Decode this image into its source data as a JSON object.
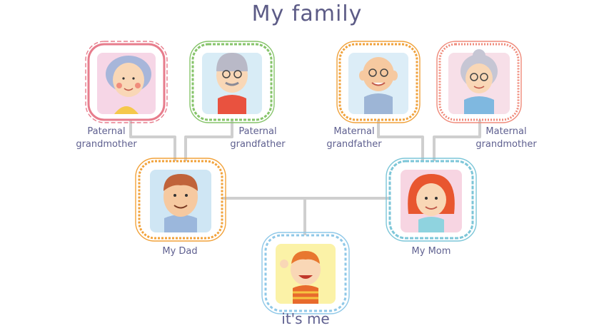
{
  "title": "My family",
  "colors": {
    "connector": "#cfcfcf",
    "text": "#5c5b86"
  },
  "members": {
    "paternal_grandmother": {
      "label_line1": "Paternal",
      "label_line2": "grandmother",
      "bg": "#f6d6e6",
      "frame": "#e77c8c"
    },
    "paternal_grandfather": {
      "label_line1": "Paternal",
      "label_line2": "grandfather",
      "bg": "#d8ecf6",
      "frame": "#86c46a"
    },
    "maternal_grandfather": {
      "label_line1": "Maternal",
      "label_line2": "grandfather",
      "bg": "#dcedf7",
      "frame": "#f0a23c"
    },
    "maternal_grandmother": {
      "label_line1": "Maternal",
      "label_line2": "grandmother",
      "bg": "#f7dfe8",
      "frame": "#ef8a7a"
    },
    "dad": {
      "label": "My Dad",
      "bg": "#cfe6f4",
      "frame": "#f2a23a"
    },
    "mom": {
      "label": "My Mom",
      "bg": "#f7d5e2",
      "frame": "#7cc6d8"
    },
    "me": {
      "label": "it's me",
      "bg": "#fbf2a7",
      "frame": "#8fc8e8"
    }
  }
}
